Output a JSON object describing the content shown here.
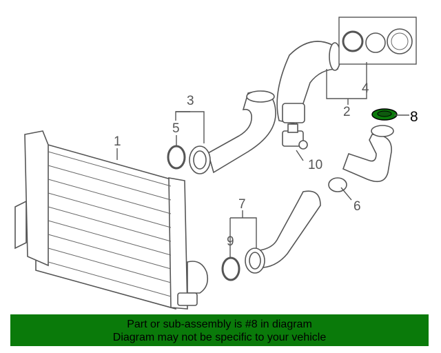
{
  "callouts": [
    "1",
    "2",
    "3",
    "4",
    "5",
    "6",
    "7",
    "8",
    "9",
    "10"
  ],
  "highlight": {
    "part_number": "8",
    "color": "#0a7a0a"
  },
  "banner": {
    "line1": "Part or sub-assembly is #8 in diagram",
    "line2": "Diagram may not be specific to your vehicle",
    "background": "#0a7a0a"
  }
}
